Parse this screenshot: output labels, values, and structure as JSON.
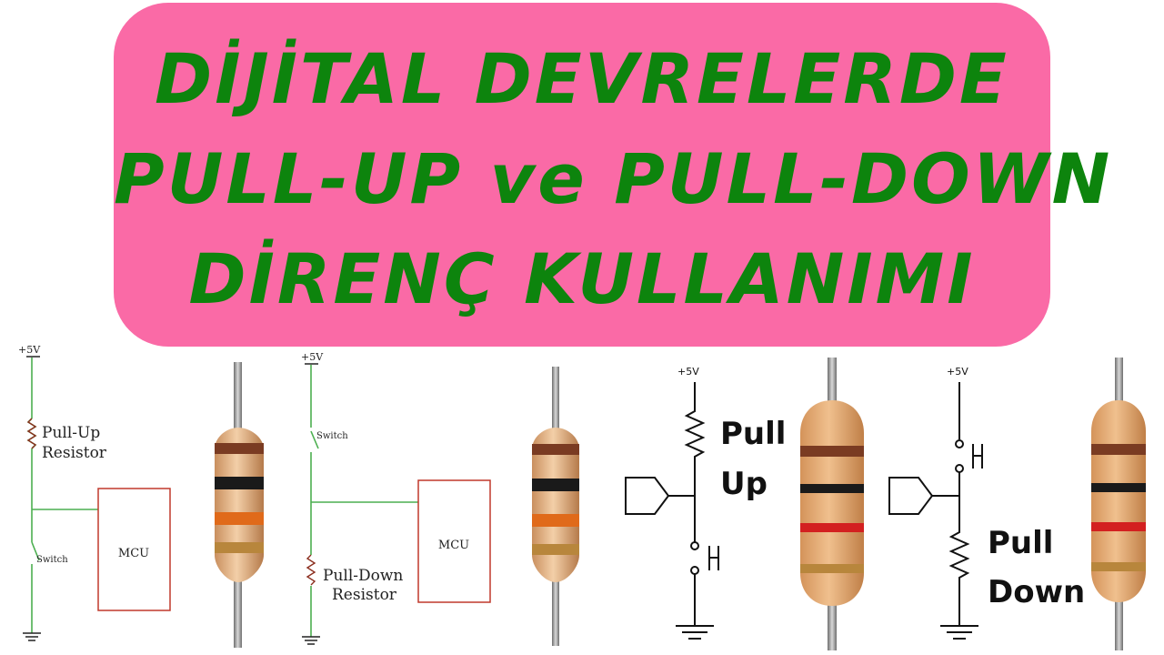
{
  "title": {
    "line1": "DİJİTAL DEVRELERDE",
    "line2": "PULL-UP ve PULL-DOWN",
    "line3": "DİRENÇ KULLANIMI"
  },
  "colors": {
    "banner": "#fa6aa6",
    "title_text": "#0d840d",
    "wire_green": "#4caf50",
    "wire_black": "#222222",
    "resistor_body": "#e9b88c",
    "band_brown": "#7a3b22",
    "band_black": "#1a1a1a",
    "band_orange": "#e06a1a",
    "band_red": "#d32020",
    "band_gold": "#b8863c"
  },
  "schematic_pullup": {
    "supply": "+5V",
    "resistor_label_1": "Pull-Up",
    "resistor_label_2": "Resistor",
    "switch_label": "Switch",
    "mcu_label": "MCU"
  },
  "schematic_pulldown": {
    "supply": "+5V",
    "switch_label": "Switch",
    "mcu_label": "MCU",
    "resistor_label_1": "Pull-Down",
    "resistor_label_2": "Resistor"
  },
  "symbol_pullup": {
    "supply": "+5V",
    "label_1": "Pull",
    "label_2": "Up"
  },
  "symbol_pulldown": {
    "supply": "+5V",
    "label_1": "Pull",
    "label_2": "Down"
  }
}
